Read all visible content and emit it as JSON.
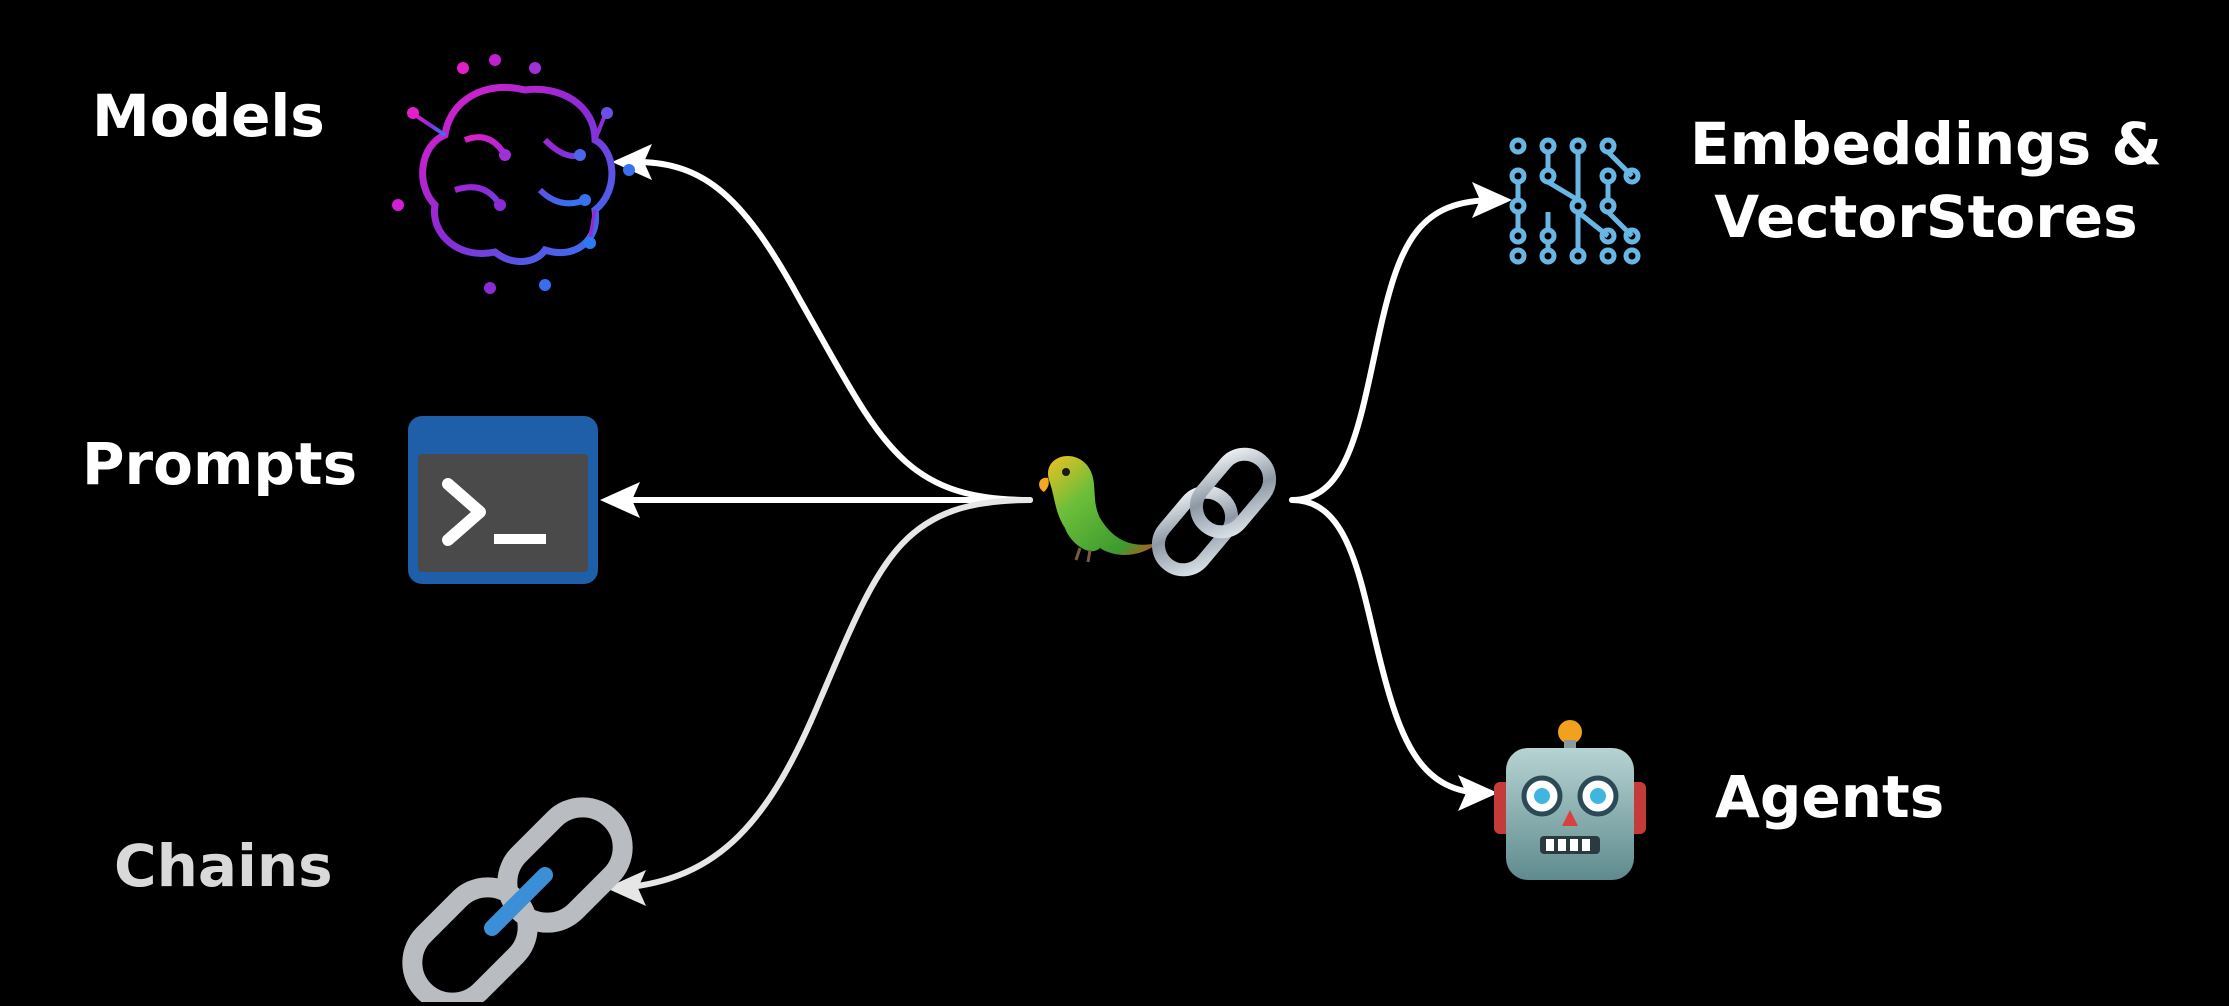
{
  "center": {
    "parrot_icon": "parrot-icon",
    "chain_icon": "chain-link-icon"
  },
  "nodes": {
    "models": {
      "label": "Models",
      "icon": "neural-brain-icon"
    },
    "prompts": {
      "label": "Prompts",
      "icon": "terminal-prompt-icon"
    },
    "chains": {
      "label": "Chains",
      "icon": "chain-link-icon"
    },
    "embeddings": {
      "label_line1": "Embeddings &",
      "label_line2": "VectorStores",
      "icon": "vector-grid-icon"
    },
    "agents": {
      "label": "Agents",
      "icon": "robot-icon"
    }
  },
  "colors": {
    "background": "#000000",
    "arrow": "#ffffff",
    "brain_magenta": "#d21fd6",
    "brain_blue": "#2d7bf0",
    "terminal_blue": "#1f5ea8",
    "vector_blue": "#67b6e3",
    "chain_accent": "#3a8fd6",
    "robot_teal": "#7fa6a8"
  }
}
